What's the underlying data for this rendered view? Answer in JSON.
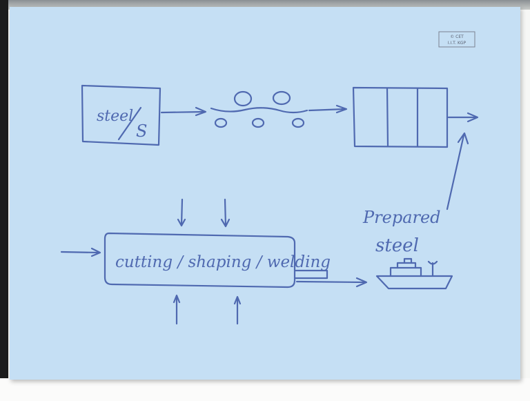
{
  "badge": {
    "line1": "© CET",
    "line2": "I.I.T. KGP"
  },
  "diagram": {
    "source_box": {
      "top_text": "steel",
      "bottom_text": "S"
    },
    "process_box_label": "cutting / shaping / welding",
    "output_label_line1": "Prepared",
    "output_label_line2": "steel"
  },
  "colors": {
    "ink": "#4f69b0",
    "slide": "#c5dff4"
  }
}
